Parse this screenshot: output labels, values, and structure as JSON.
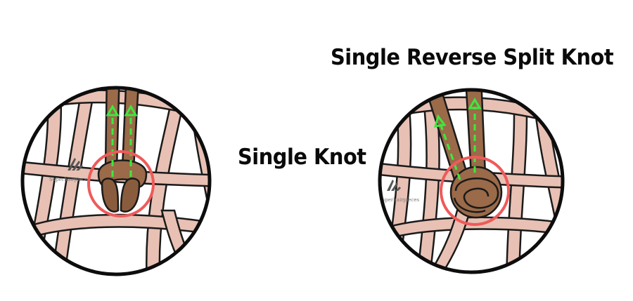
{
  "figure": {
    "title_left": "Single Knot",
    "title_right": "Single Reverse Split Knot",
    "watermark_text": "Superhairpieces",
    "colors": {
      "skin_fill": "#e8c1b4",
      "outline": "#1a1a1a",
      "hair": "#9a6a49",
      "hair_dark": "#7c5236",
      "arrow": "#3ee83e",
      "ring": "#ef5a5a"
    }
  }
}
